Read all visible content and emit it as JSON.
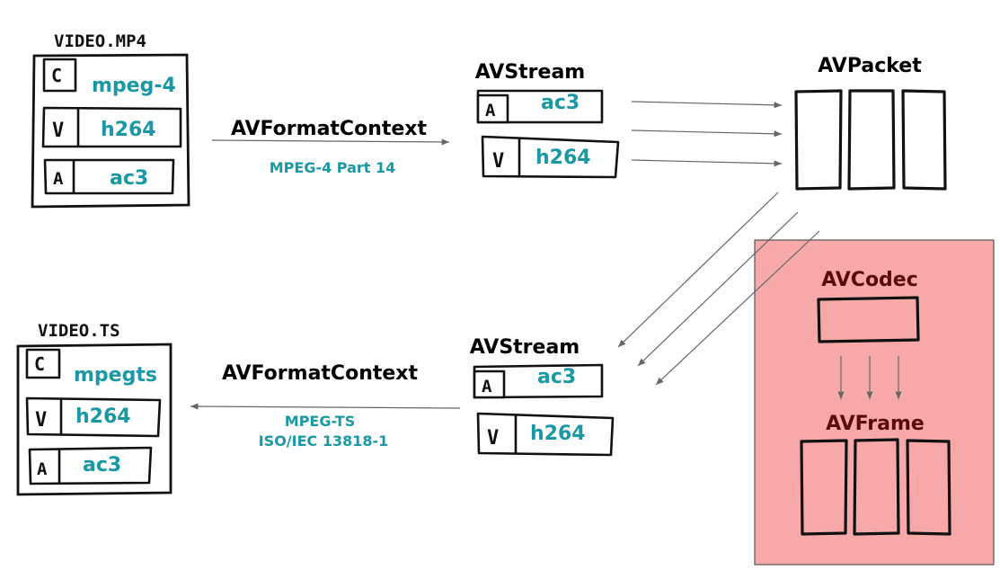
{
  "input_file": {
    "title": "VIDEO.MP4",
    "rows": [
      {
        "letter": "C",
        "value": "mpeg-4"
      },
      {
        "letter": "V",
        "value": "h264"
      },
      {
        "letter": "A",
        "value": "ac3"
      }
    ]
  },
  "demux": {
    "label": "AVFormatContext",
    "format": "MPEG-4 Part 14"
  },
  "input_streams": {
    "label": "AVStream",
    "rows": [
      {
        "letter": "A",
        "value": "ac3"
      },
      {
        "letter": "V",
        "value": "h264"
      }
    ]
  },
  "packets": {
    "label": "AVPacket"
  },
  "codec_panel": {
    "codec_label": "AVCodec",
    "frame_label": "AVFrame",
    "color": "#f7a9a9"
  },
  "output_streams": {
    "label": "AVStream",
    "rows": [
      {
        "letter": "A",
        "value": "ac3"
      },
      {
        "letter": "V",
        "value": "h264"
      }
    ]
  },
  "mux": {
    "label": "AVFormatContext",
    "format_line1": "MPEG-TS",
    "format_line2": "ISO/IEC 13818-1"
  },
  "output_file": {
    "title": "VIDEO.TS",
    "rows": [
      {
        "letter": "C",
        "value": "mpegts"
      },
      {
        "letter": "V",
        "value": "h264"
      },
      {
        "letter": "A",
        "value": "ac3"
      }
    ]
  }
}
